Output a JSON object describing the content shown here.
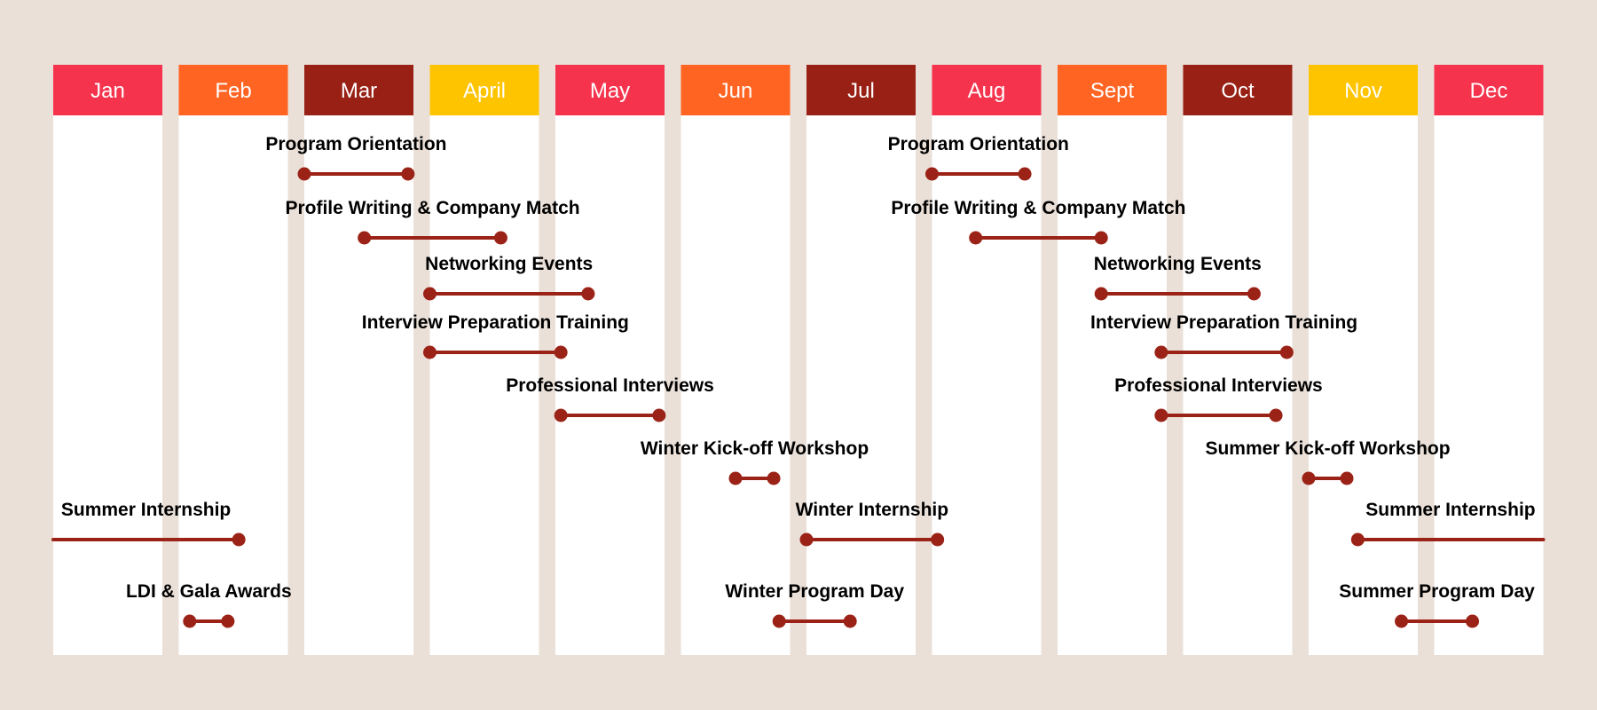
{
  "colors": {
    "background": "#EAE0D8",
    "column": "#FFFFFF",
    "line": "#9B2216",
    "red": "#F5334D",
    "orange": "#FF6422",
    "maroon": "#982015",
    "yellow": "#FFC400"
  },
  "months": [
    {
      "label": "Jan",
      "color": "red"
    },
    {
      "label": "Feb",
      "color": "orange"
    },
    {
      "label": "Mar",
      "color": "maroon"
    },
    {
      "label": "April",
      "color": "yellow"
    },
    {
      "label": "May",
      "color": "red"
    },
    {
      "label": "Jun",
      "color": "orange"
    },
    {
      "label": "Jul",
      "color": "maroon"
    },
    {
      "label": "Aug",
      "color": "red"
    },
    {
      "label": "Sept",
      "color": "orange"
    },
    {
      "label": "Oct",
      "color": "maroon"
    },
    {
      "label": "Nov",
      "color": "yellow"
    },
    {
      "label": "Dec",
      "color": "red"
    }
  ],
  "events": [
    {
      "label": "Program Orientation",
      "start": 2.0,
      "end": 2.95,
      "row": 1
    },
    {
      "label": "Profile Writing & Company Match",
      "start": 2.55,
      "end": 3.65,
      "row": 2
    },
    {
      "label": "Networking Events",
      "start": 3.0,
      "end": 4.3,
      "row": 3
    },
    {
      "label": "Interview Preparation Training",
      "start": 3.0,
      "end": 4.05,
      "row": 4
    },
    {
      "label": "Professional Interviews",
      "start": 4.05,
      "end": 4.95,
      "row": 5
    },
    {
      "label": "Winter Kick-off Workshop",
      "start": 5.5,
      "end": 5.85,
      "row": 6
    },
    {
      "label": "Summer Internship",
      "start": 0.0,
      "end": 1.55,
      "row": 7,
      "openStart": true
    },
    {
      "label": "LDI & Gala Awards",
      "start": 1.1,
      "end": 1.45,
      "row": 8
    },
    {
      "label": "Winter Internship",
      "start": 6.0,
      "end": 7.05,
      "row": 7
    },
    {
      "label": "Winter Program Day",
      "start": 5.9,
      "end": 6.4,
      "row": 8
    },
    {
      "label": "Program Orientation",
      "start": 7.0,
      "end": 7.85,
      "row": 1
    },
    {
      "label": "Profile Writing & Company Match",
      "start": 7.4,
      "end": 8.4,
      "row": 2
    },
    {
      "label": "Networking Events",
      "start": 8.4,
      "end": 9.65,
      "row": 3
    },
    {
      "label": "Interview Preparation Training",
      "start": 8.95,
      "end": 9.95,
      "row": 4
    },
    {
      "label": "Professional Interviews",
      "start": 8.95,
      "end": 9.85,
      "row": 5
    },
    {
      "label": "Summer Kick-off Workshop",
      "start": 10.0,
      "end": 10.35,
      "row": 6
    },
    {
      "label": "Summer Internship",
      "start": 10.45,
      "end": 12.0,
      "row": 7,
      "openEnd": true
    },
    {
      "label": "Summer Program Day",
      "start": 10.85,
      "end": 11.35,
      "row": 8
    }
  ]
}
